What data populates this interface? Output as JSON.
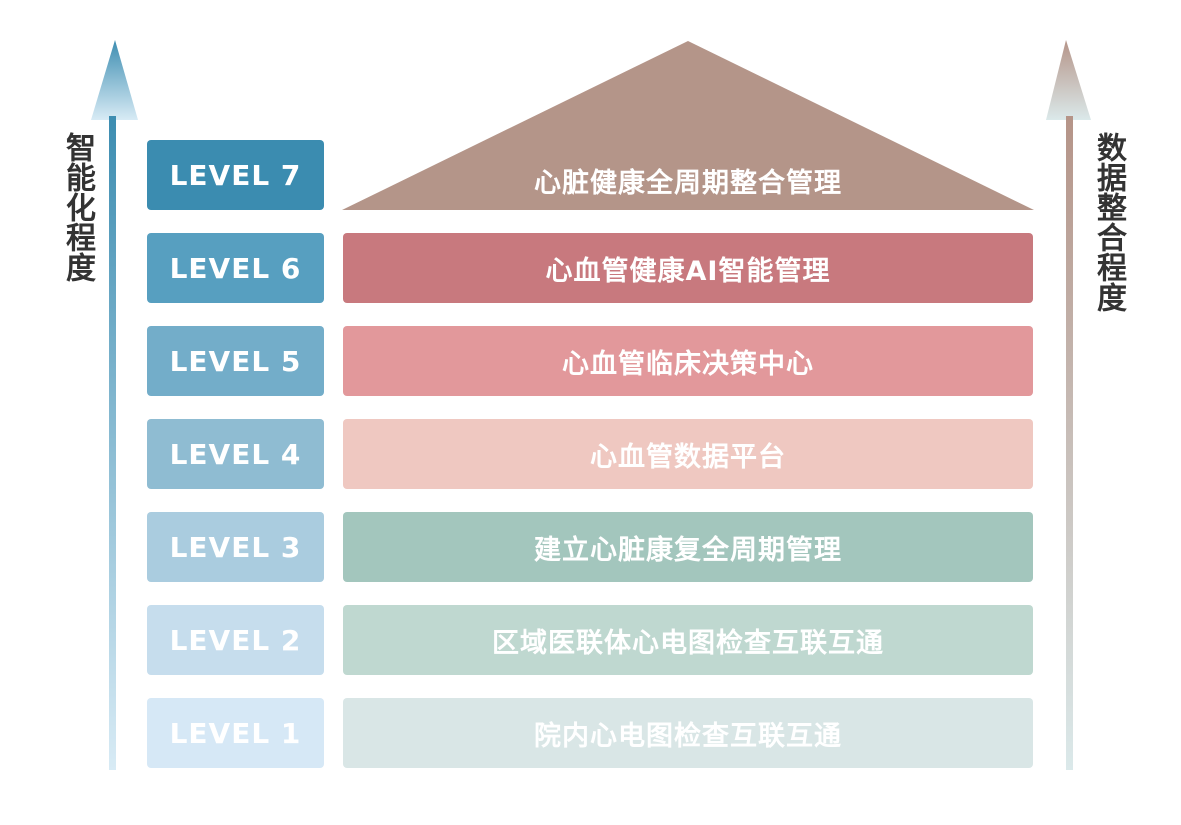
{
  "left_axis": {
    "label": "智能化程度",
    "color_top": "#3d8db1",
    "color_bottom": "#d8ebf5"
  },
  "right_axis": {
    "label": "数据整合程度",
    "color_top": "#b59488",
    "color_bottom": "#dbe9ea"
  },
  "roof": {
    "label": "心脏健康全周期整合管理",
    "color": "#b49589"
  },
  "levels": [
    {
      "level": "LEVEL 7",
      "color": "#3b8cb0"
    },
    {
      "level": "LEVEL 6",
      "label": "心血管健康AI智能管理",
      "level_color": "#579fc0",
      "color": "#c8797e"
    },
    {
      "level": "LEVEL 5",
      "label": "心血管临床决策中心",
      "level_color": "#73adc9",
      "color": "#e2989b"
    },
    {
      "level": "LEVEL 4",
      "label": "心血管数据平台",
      "level_color": "#8fbcd2",
      "color": "#efc8c1"
    },
    {
      "level": "LEVEL 3",
      "label": "建立心脏康复全周期管理",
      "level_color": "#aaccdf",
      "color": "#a3c6bd"
    },
    {
      "level": "LEVEL 2",
      "label": "区域医联体心电图检查互联互通",
      "level_color": "#c6dded",
      "color": "#bfd8d0"
    },
    {
      "level": "LEVEL 1",
      "label": "院内心电图检查互联互通",
      "level_color": "#d6e8f6",
      "color": "#d9e6e6"
    }
  ]
}
